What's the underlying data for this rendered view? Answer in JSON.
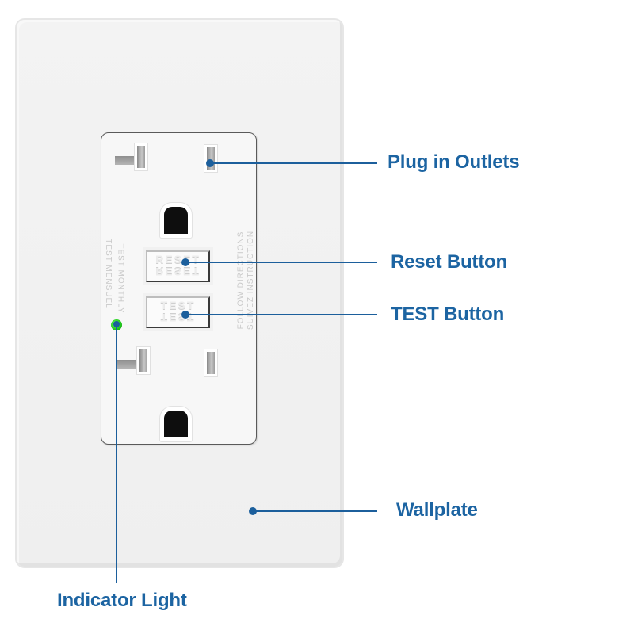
{
  "image": {
    "subject": "GFCI outlet with wallplate (annotated product diagram)",
    "accent_color": "#1c64a2",
    "indicator_color": "#1ec81a"
  },
  "receptacle": {
    "left_text_outer": "TEST MENSUEL",
    "left_text_inner": "TEST MONTHLY",
    "right_text_inner": "FOLLOW DIRECTIONS",
    "right_text_outer": "SUIVEZ INSTRUCTION",
    "reset_button_text": "RESET",
    "test_button_text": "TEST"
  },
  "callouts": {
    "plug_in_outlets": "Plug in Outlets",
    "reset_button": "Reset Button",
    "test_button": "TEST Button",
    "wallplate": "Wallplate",
    "indicator_light": "Indicator Light"
  }
}
